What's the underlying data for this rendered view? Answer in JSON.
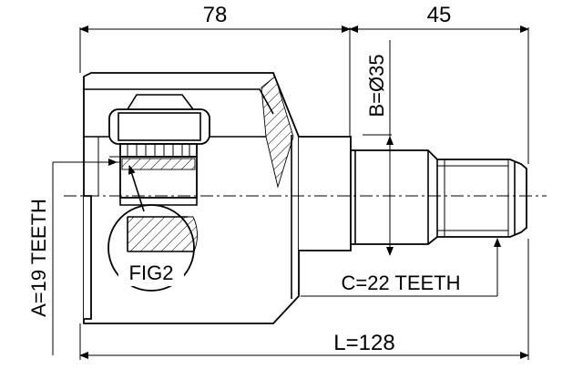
{
  "dimensions": {
    "top_left": "78",
    "top_right": "45",
    "diameter_b": "B=Ø35",
    "teeth_a": "A=19 TEETH",
    "teeth_c": "C=22 TEETH",
    "length_l": "L=128"
  },
  "callout": {
    "label": "FIG2"
  },
  "colors": {
    "line": "#000000",
    "background": "#ffffff"
  }
}
